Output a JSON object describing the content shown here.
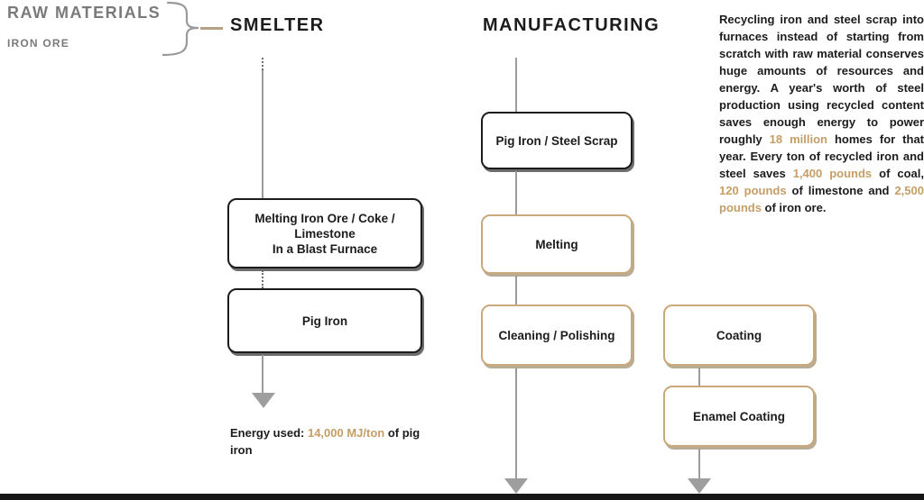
{
  "colors": {
    "gold_text": "#c49e66",
    "gold_border": "#c9a87c",
    "ink": "#1c1c1c",
    "muted": "#7a7a7a",
    "line_gray": "#9b9b9b"
  },
  "raw_materials": {
    "heading": "RAW MATERIALS",
    "item": "IRON ORE"
  },
  "smelter": {
    "heading": "SMELTER",
    "boxes": [
      {
        "label": "Melting Iron Ore / Coke /\nLimestone\nIn a Blast Furnace"
      },
      {
        "label": "Pig Iron"
      }
    ],
    "energy_note_runs": [
      {
        "t": "Energy used: "
      },
      {
        "t": "14,000 MJ/ton",
        "gold": true
      },
      {
        "t": " of pig iron"
      }
    ]
  },
  "manufacturing": {
    "heading": "MANUFACTURING",
    "boxes": [
      {
        "label": "Pig Iron / Steel Scrap"
      },
      {
        "label": "Melting"
      },
      {
        "label": "Cleaning / Polishing"
      }
    ]
  },
  "coating_branch": {
    "boxes": [
      {
        "label": "Coating"
      },
      {
        "label": "Enamel Coating"
      }
    ]
  },
  "recycling_note_runs": [
    {
      "t": "Recycling iron and steel scrap into furnaces instead of starting from scratch with raw material conserves huge amounts of resources and energy. A year's worth of steel production using recycled content saves enough energy to power roughly "
    },
    {
      "t": "18 million",
      "gold": true
    },
    {
      "t": " homes for that year. Every ton of recycled iron and steel saves "
    },
    {
      "t": "1,400 pounds",
      "gold": true
    },
    {
      "t": " of coal, "
    },
    {
      "t": "120 pounds",
      "gold": true
    },
    {
      "t": " of limestone and "
    },
    {
      "t": "2,500 pounds",
      "gold": true
    },
    {
      "t": " of iron ore."
    }
  ]
}
